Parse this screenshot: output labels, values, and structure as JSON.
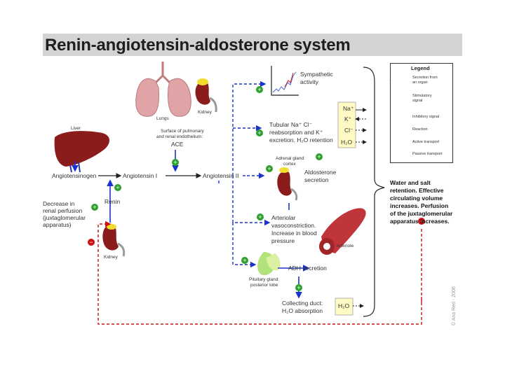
{
  "title": "Renin-angiotensin-aldosterone system",
  "organs": {
    "lungs": "Lungs",
    "kidney_top": "Kidney",
    "liver": "Liver",
    "kidney_bottom": "Kidney",
    "arteriole": "Arteriole"
  },
  "labels": {
    "surface_line1": "Surface of pulmonary",
    "surface_line2": "and renal endothelium:",
    "ace": "ACE",
    "angiotensinogen": "Angiotensinogen",
    "angiotensin_1": "Angiotensin I",
    "angiotensin_2": "Angiotensin II",
    "renin": "Renin",
    "decrease_1": "Decrease in",
    "decrease_2": "renal perfusion",
    "decrease_3": "(juxtaglomerular",
    "decrease_4": "apparatus)",
    "sympathetic_1": "Sympathetic",
    "sympathetic_2": "activity",
    "tubular_1": "Tubular Na⁺ Cl⁻",
    "tubular_2": "reabsorption and K⁺",
    "tubular_3": "excretion. H₂O retention",
    "adrenal_1": "Adrenal gland:",
    "adrenal_2": "cortex",
    "aldosterone_1": "Aldosterone",
    "aldosterone_2": "secretion",
    "arteriolar_1": "Arteriolar",
    "arteriolar_2": "vasoconstriction.",
    "arteriolar_3": "Increase in blood",
    "arteriolar_4": "pressure",
    "pituitary_1": "Pituitary gland:",
    "pituitary_2": "posterior lobe",
    "adh": "ADH secretion",
    "collecting_1": "Collecting duct:",
    "collecting_2": "H₂O absorption",
    "na": "Na⁺",
    "k": "K⁺",
    "cl": "Cl⁻",
    "h2o": "H₂O",
    "h2o_2": "H₂O",
    "water_1": "Water and salt",
    "water_2": "retention. Effective",
    "water_3": "circulating volume",
    "water_4": "increases. Perfusion",
    "water_5": "of the juxtaglomerular",
    "water_6": "apparatus increases."
  },
  "legend": {
    "title": "Legend",
    "secretion_1": "Secretion from",
    "secretion_2": "an organ",
    "stimulatory_1": "Stimulatory",
    "stimulatory_2": "signal",
    "inhibitory": "Inhibitory signal",
    "reaction": "Reaction",
    "active": "Active transport",
    "passive": "Passive transport"
  },
  "copyright": "© Ana Red - 2006",
  "colors": {
    "blue": "#1a33cc",
    "red_dash": "#cc1111",
    "plus_green": "#2ea02e",
    "minus_red": "#cc1111",
    "organ_red": "#8a1c1c",
    "lung_pink": "#e0a4a6",
    "pituitary_green": "#b4e27a",
    "adrenal_yellow": "#f2dd2e"
  }
}
